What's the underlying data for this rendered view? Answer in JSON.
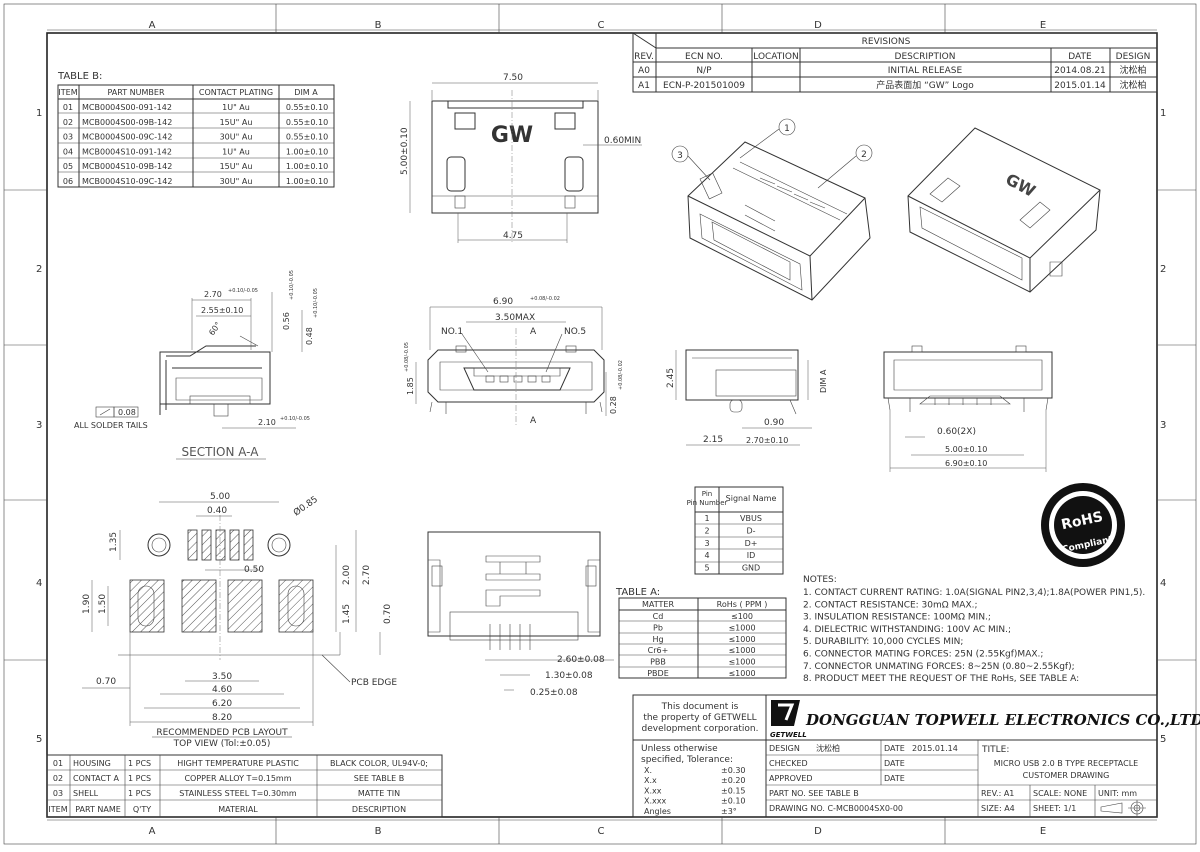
{
  "grid": {
    "cols": [
      "A",
      "B",
      "C",
      "D",
      "E"
    ],
    "rows": [
      "1",
      "2",
      "3",
      "4",
      "5"
    ]
  },
  "revisions": {
    "title": "REVISIONS",
    "headers": [
      "REV.",
      "ECN NO.",
      "LOCATION",
      "DESCRIPTION",
      "DATE",
      "DESIGN"
    ],
    "rows": [
      [
        "A0",
        "N/P",
        "",
        "INITIAL RELEASE",
        "2014.08.21",
        "沈松柏"
      ],
      [
        "A1",
        "ECN-P-201501009",
        "",
        "产品表面加 “GW” Logo",
        "2015.01.14",
        "沈松柏"
      ]
    ]
  },
  "table_b": {
    "title": "TABLE B:",
    "headers": [
      "ITEM",
      "PART NUMBER",
      "CONTACT PLATING",
      "DIM A"
    ],
    "rows": [
      [
        "01",
        "MCB0004S00-091-142",
        "1U\" Au",
        "0.55±0.10"
      ],
      [
        "02",
        "MCB0004S00-09B-142",
        "15U\" Au",
        "0.55±0.10"
      ],
      [
        "03",
        "MCB0004S00-09C-142",
        "30U\" Au",
        "0.55±0.10"
      ],
      [
        "04",
        "MCB0004S10-091-142",
        "1U\" Au",
        "1.00±0.10"
      ],
      [
        "05",
        "MCB0004S10-09B-142",
        "15U\" Au",
        "1.00±0.10"
      ],
      [
        "06",
        "MCB0004S10-09C-142",
        "30U\" Au",
        "1.00±0.10"
      ]
    ]
  },
  "top_view": {
    "width": "7.50",
    "height": "5.00±0.10",
    "pad_span": "4.75",
    "min_dim": "0.60MIN",
    "logo": "GW"
  },
  "section": {
    "label": "SECTION A-A",
    "d1": "2.70",
    "d1_tol": "+0.10/-0.05",
    "d2": "2.55±0.10",
    "d3": "0.56",
    "d3_tol": "+0.10/-0.05",
    "d4": "0.48",
    "d4_tol": "+0.10/-0.05",
    "angle": "60°",
    "d5": "2.10",
    "d5_tol": "+0.10/-0.05",
    "flatness": "0.08",
    "solder_note": "ALL SOLDER TAILS"
  },
  "front_view": {
    "width": "6.90",
    "width_tol": "+0.08/-0.02",
    "opening": "3.50MAX",
    "no1": "NO.1",
    "no5": "NO.5",
    "sec_a": "A",
    "height": "1.85",
    "height_tol": "+0.08/-0.05",
    "gap": "0.28",
    "gap_tol": "+0.08/-0.02"
  },
  "side_view": {
    "h": "2.45",
    "dima": "DIM A",
    "d1": "0.90",
    "d2": "2.15",
    "d3": "2.70±0.10"
  },
  "rear_view": {
    "d1": "0.60(2X)",
    "d2": "5.00±0.10",
    "d3": "6.90±0.10"
  },
  "iso": {
    "c1": "1",
    "c2": "2",
    "c3": "3",
    "logo": "GW"
  },
  "pcb": {
    "d_500": "5.00",
    "d_040": "0.40",
    "d_085": "Ø0.85",
    "d_050": "0.50",
    "d_135": "1.35",
    "d_200": "2.00",
    "d_270": "2.70",
    "d_190": "1.90",
    "d_150": "1.50",
    "d_145": "1.45",
    "d_070v": "0.70",
    "d_070": "0.70",
    "d_350": "3.50",
    "d_460": "4.60",
    "d_620": "6.20",
    "d_820": "8.20",
    "edge": "PCB EDGE",
    "label": "RECOMMENDED PCB LAYOUT",
    "sub": "TOP VIEW (Tol:±0.05)"
  },
  "bottom_view": {
    "d1": "2.60±0.08",
    "d2": "1.30±0.08",
    "d3": "0.25±0.08"
  },
  "pin_table": {
    "headers": [
      "Pin Number",
      "Signal Name"
    ],
    "rows": [
      [
        "1",
        "VBUS"
      ],
      [
        "2",
        "D-"
      ],
      [
        "3",
        "D+"
      ],
      [
        "4",
        "ID"
      ],
      [
        "5",
        "GND"
      ]
    ]
  },
  "table_a": {
    "title": "TABLE A:",
    "headers": [
      "MATTER",
      "RoHs ( PPM )"
    ],
    "rows": [
      [
        "Cd",
        "≤100"
      ],
      [
        "Pb",
        "≤1000"
      ],
      [
        "Hg",
        "≤1000"
      ],
      [
        "Cr6+",
        "≤1000"
      ],
      [
        "PBB",
        "≤1000"
      ],
      [
        "PBDE",
        "≤1000"
      ]
    ]
  },
  "notes": {
    "title": "NOTES:",
    "items": [
      "1. CONTACT CURRENT RATING: 1.0A(SIGNAL PIN2,3,4);1.8A(POWER PIN1,5).",
      "2. CONTACT RESISTANCE: 30mΩ MAX.;",
      "3. INSULATION RESISTANCE: 100MΩ MIN.;",
      "4. DIELECTRIC WITHSTANDING: 100V AC MIN.;",
      "5. DURABILITY: 10,000 CYCLES MIN;",
      "6. CONNECTOR MATING FORCES: 25N (2.55Kgf)MAX.;",
      "7. CONNECTOR UNMATING FORCES: 8~25N (0.80~2.55Kgf);",
      "8. PRODUCT MEET THE REQUEST OF THE RoHs, SEE TABLE A:"
    ]
  },
  "rohs": {
    "line1": "RoHS",
    "line2": "Compliant"
  },
  "bom": {
    "rows": [
      [
        "01",
        "HOUSING",
        "1 PCS",
        "HIGHT TEMPERATURE PLASTIC",
        "BLACK COLOR, UL94V-0;"
      ],
      [
        "02",
        "CONTACT A",
        "1 PCS",
        "COPPER ALLOY T=0.15mm",
        "SEE TABLE B"
      ],
      [
        "03",
        "SHELL",
        "1 PCS",
        "STAINLESS STEEL T=0.30mm",
        "MATTE TIN"
      ]
    ],
    "headers": [
      "ITEM",
      "PART NAME",
      "Q'TY",
      "MATERIAL",
      "DESCRIPTION"
    ]
  },
  "title_block": {
    "property": [
      "This document is",
      "the property of GETWELL",
      "development corporation."
    ],
    "company": "DONGGUAN TOPWELL ELECTRONICS CO.,LTD.",
    "logo_text": "GETWELL",
    "tol_title": [
      "Unless otherwise",
      "specified, Tolerance:"
    ],
    "tol": [
      [
        "X.",
        "±0.30"
      ],
      [
        "X.x",
        "±0.20"
      ],
      [
        "X.xx",
        "±0.15"
      ],
      [
        "X.xxx",
        "±0.10"
      ],
      [
        "Angles",
        "±3°"
      ]
    ],
    "design": "DESIGN",
    "designer": "沈松柏",
    "date_label": "DATE",
    "date": "2015.01.14",
    "checked": "CHECKED",
    "approved": "APPROVED",
    "part_no": "PART NO. SEE TABLE B",
    "drawing_no": "DRAWING NO. C-MCB0004SX0-00",
    "title_label": "TITLE:",
    "title1": "MICRO USB 2.0 B TYPE RECEPTACLE",
    "title2": "CUSTOMER DRAWING",
    "rev": "REV.: A1",
    "scale": "SCALE: NONE",
    "unit": "UNIT:  mm",
    "size": "SIZE: A4",
    "sheet": "SHEET: 1/1"
  }
}
